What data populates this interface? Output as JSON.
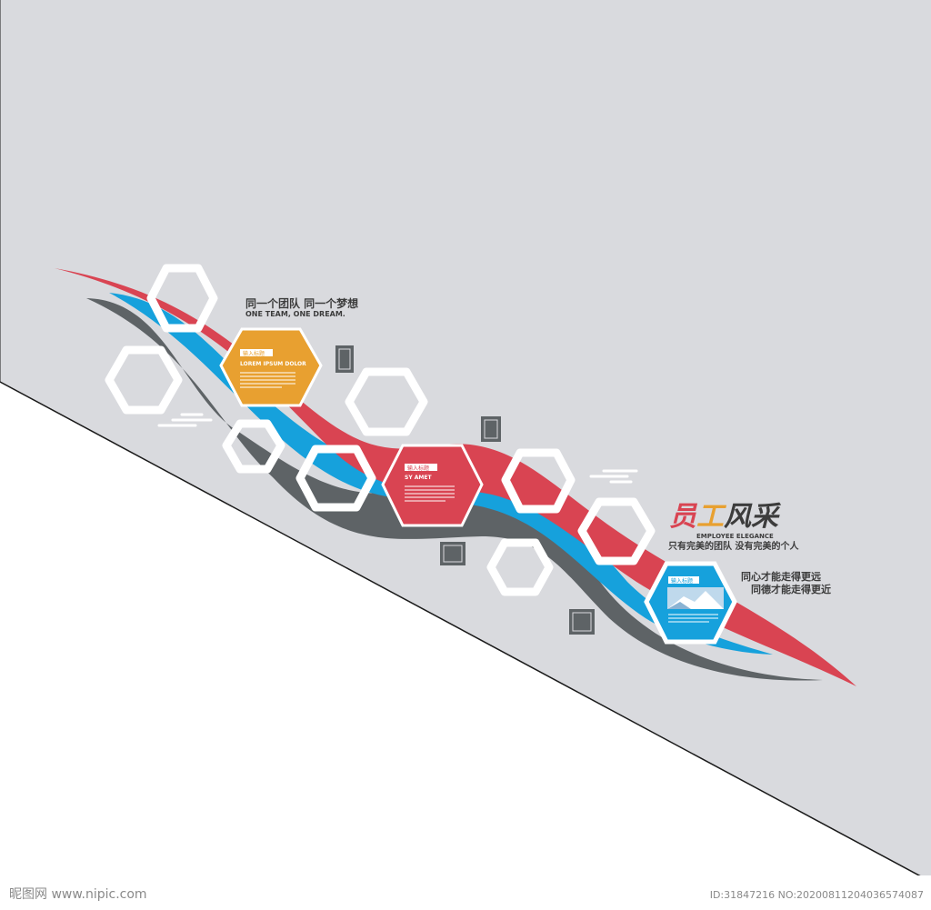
{
  "slogan": {
    "cn": "同一个团队 同一个梦想",
    "en": "ONE TEAM, ONE DREAM."
  },
  "card_orange": {
    "tag": "输入标题",
    "title": "LOREM IPSUM DOLOR",
    "color": "#E8A030"
  },
  "card_red": {
    "tag": "输入标题",
    "title": "SY AMET",
    "color": "#D94452"
  },
  "card_blue": {
    "tag": "输入标题",
    "color": "#16A1DC"
  },
  "heading": {
    "cn": "员工风采",
    "en": "EMPLOYEE ELEGANCE",
    "subtitle": "只有完美的团队 没有完美的个人",
    "line1": "同心才能走得更远",
    "line2": "同德才能走得更近"
  },
  "colors": {
    "wall": "#D9DADE",
    "ribbon_red": "#D94452",
    "ribbon_blue": "#16A1DC",
    "ribbon_gray": "#5E6366",
    "text_dark": "#3C3C3C"
  },
  "watermark": {
    "left": "昵图网 www.nipic.com",
    "right": "ID:31847216 NO:20200811204036574087"
  }
}
